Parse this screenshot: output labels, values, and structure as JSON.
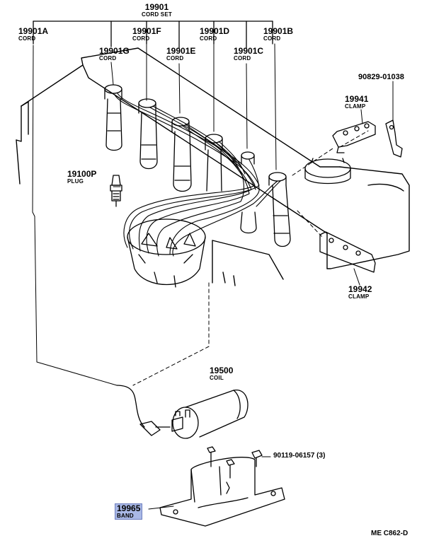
{
  "parts": {
    "cord_set": {
      "number": "19901",
      "name": "CORD SET"
    },
    "cord_a": {
      "number": "19901A",
      "name": "CORD"
    },
    "cord_f": {
      "number": "19901F",
      "name": "CORD"
    },
    "cord_d": {
      "number": "19901D",
      "name": "CORD"
    },
    "cord_b": {
      "number": "19901B",
      "name": "CORD"
    },
    "cord_g": {
      "number": "19901G",
      "name": "CORD"
    },
    "cord_e": {
      "number": "19901E",
      "name": "CORD"
    },
    "cord_c": {
      "number": "19901C",
      "name": "CORD"
    },
    "bolt_top": {
      "number": "90829-01038"
    },
    "clamp_19941": {
      "number": "19941",
      "name": "CLAMP"
    },
    "plug": {
      "number": "19100P",
      "name": "PLUG"
    },
    "clamp_19942": {
      "number": "19942",
      "name": "CLAMP"
    },
    "coil": {
      "number": "19500",
      "name": "COIL"
    },
    "bolt_band": {
      "number": "90119-06157 (3)"
    },
    "band": {
      "number": "19965",
      "name": "BAND"
    }
  },
  "diagram_code": "ME  C862-D",
  "colors": {
    "highlight": "#a9b8e6",
    "line": "#000000",
    "background": "#ffffff"
  }
}
